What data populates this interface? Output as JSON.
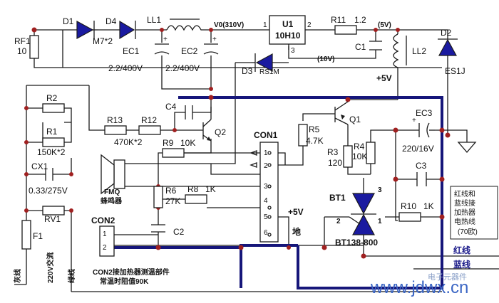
{
  "components": {
    "rf1": {
      "name": "RF1",
      "value": "10"
    },
    "d1": "D1",
    "d4": {
      "name": "D4",
      "value": "M7*2"
    },
    "ll1": "LL1",
    "v0": "V0(310V)",
    "u1": {
      "name": "U1",
      "part": "10H10",
      "pin1": "1",
      "pin2": "2",
      "pin3": "3"
    },
    "r11": "R11",
    "r11_val": "1.2",
    "v5": "(5V)",
    "v10": "(10V)",
    "c1": "C1",
    "ll2": "LL2",
    "d2": {
      "name": "D2",
      "part": "ES1J"
    },
    "ec1": {
      "name": "EC1",
      "value": "2.2/400V"
    },
    "ec2": {
      "name": "EC2",
      "value": "2.2/400V"
    },
    "d3": {
      "name": "D3",
      "part": "RS1M"
    },
    "plus5v": "+5V",
    "r2": "R2",
    "r1": "R1",
    "r1_val": "150K*2",
    "cx1": {
      "name": "CX1",
      "value": "0.33/275V"
    },
    "rv1": "RV1",
    "f1": "F1",
    "c4": "C4",
    "r13": "R13",
    "r12": "R12",
    "r12_r13_val": "470K*2",
    "q2": "Q2",
    "r9": {
      "name": "R9",
      "value": "10K"
    },
    "con1": {
      "name": "CON1",
      "pins": [
        "1",
        "2",
        "3",
        "4",
        "5",
        "6"
      ]
    },
    "r5": {
      "name": "R5",
      "value": "4.7K"
    },
    "q1": "Q1",
    "r3": {
      "name": "R3",
      "value": "120"
    },
    "r4": {
      "name": "R4",
      "value": "10K"
    },
    "ec3": {
      "name": "EC3",
      "value": "220/16V"
    },
    "c3": "C3",
    "fmq": {
      "name": "FMQ",
      "desc": "蜂鸣器"
    },
    "r6": {
      "name": "R6",
      "value": "27K"
    },
    "r8": {
      "name": "R8",
      "value": "1K"
    },
    "c2": "C2",
    "con2": {
      "name": "CON2",
      "pins": [
        "1",
        "2"
      ]
    },
    "bt1": {
      "name": "BT1",
      "part": "BT138-800",
      "pin2": "2",
      "pin1": "1",
      "pin3": "3"
    },
    "r10": {
      "name": "R10",
      "value": "1K"
    },
    "con1_plus5v": "+5V",
    "ground_label": "地",
    "heater_note": [
      "红线和",
      "蓝线接",
      "加热器",
      "电热线",
      "(70欧)"
    ],
    "red_wire": "红线",
    "blue_wire": "蓝线",
    "n_wire": "灰线",
    "ac_label": "220V交流",
    "l_wire": "绿线",
    "con2_note1": "CON2接加热器测温部件",
    "con2_note2": "常温时阻值90K"
  },
  "watermark": {
    "site": "www.jdwx.cn",
    "small": "电子元器件"
  },
  "colors": {
    "wire": "#1a1a1a",
    "bold_wire": "#16167a",
    "junction": "#a02020",
    "diode": "#1a1aa0",
    "watermark": "#3b66c4"
  }
}
